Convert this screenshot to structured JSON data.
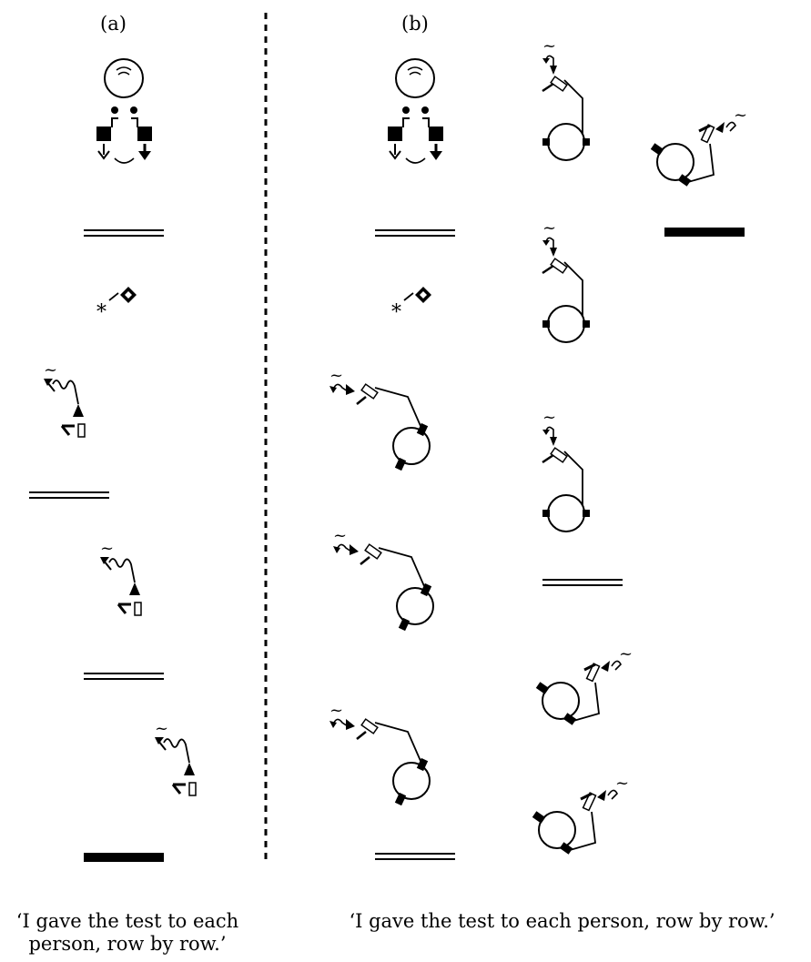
{
  "figure": {
    "panel_a_label": "(a)",
    "panel_b_label": "(b)",
    "caption_a_line1": "‘I gave the test to each",
    "caption_a_line2": "person, row by row.’",
    "caption_b": "‘I gave the test to each person, row by row.’"
  },
  "glyphs": {
    "tilde": "~",
    "asterisk": "*"
  },
  "colors": {
    "ink": "#000000",
    "paper": "#ffffff"
  }
}
